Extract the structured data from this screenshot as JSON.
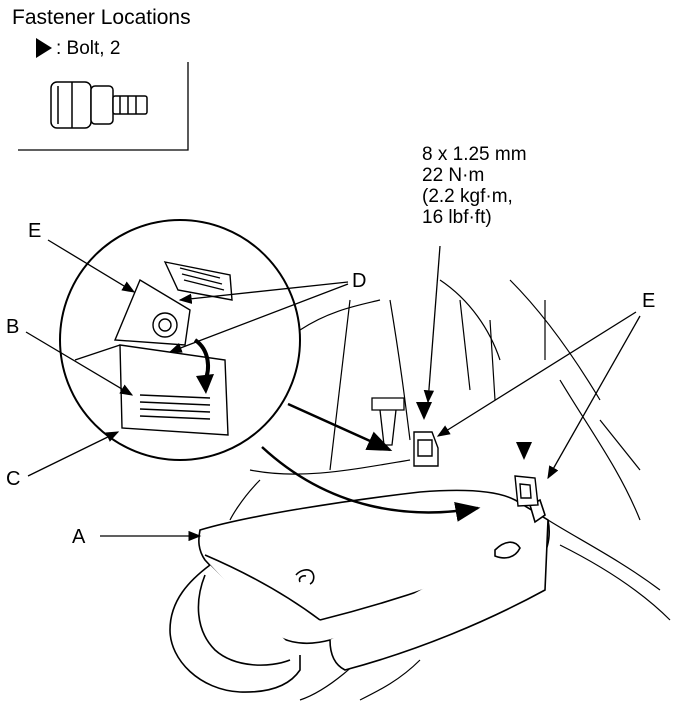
{
  "fastener_box": {
    "title": "Fastener Locations",
    "legend_label": ": Bolt, 2",
    "bolt_icon": "bolt-icon",
    "marker_icon": "triangle-marker-icon"
  },
  "torque_spec": {
    "line1": "8 x 1.25 mm",
    "line2": "22 N·m",
    "line3": "(2.2 kgf·m,",
    "line4": "16 lbf·ft)"
  },
  "callouts": {
    "a": "A",
    "b": "B",
    "c": "C",
    "d": "D",
    "e_detail": "E",
    "e_main": "E"
  }
}
